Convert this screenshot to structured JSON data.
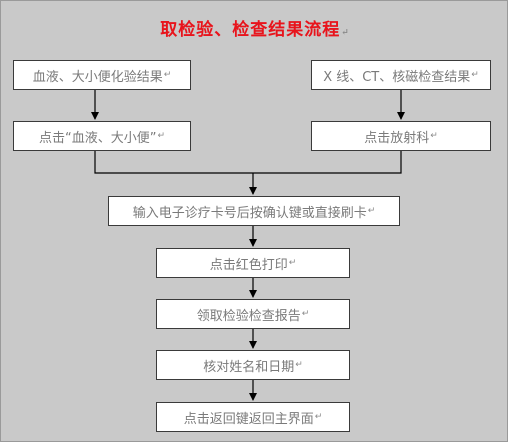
{
  "title": "取检验、检查结果流程",
  "paragraph_mark": "↵",
  "steps": {
    "lab_results": "血液、大小便化验结果",
    "imaging_results": "X 线、CT、核磁检查结果",
    "click_blood_urine": "点击“血液、大小便”",
    "click_radiology": "点击放射科",
    "enter_card": "输入电子诊疗卡号后按确认键或直接刷卡",
    "click_print": "点击红色打印",
    "collect_report": "领取检验检查报告",
    "verify_name_date": "核对姓名和日期",
    "return_main": "点击返回键返回主界面"
  }
}
